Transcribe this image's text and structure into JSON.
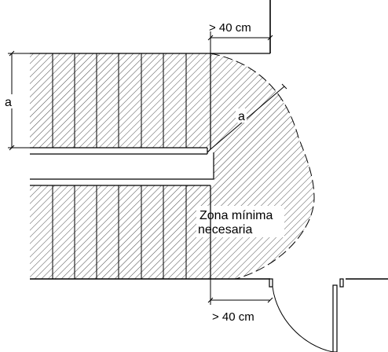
{
  "labels": {
    "top_dimension": "> 40 cm",
    "bottom_dimension": "> 40 cm",
    "flight_width": "a",
    "radius": "a",
    "zone_line1": "Zona mínima",
    "zone_line2": "necesaria"
  },
  "colors": {
    "line": "#000000",
    "hatch": "#000000",
    "background": "#ffffff"
  }
}
